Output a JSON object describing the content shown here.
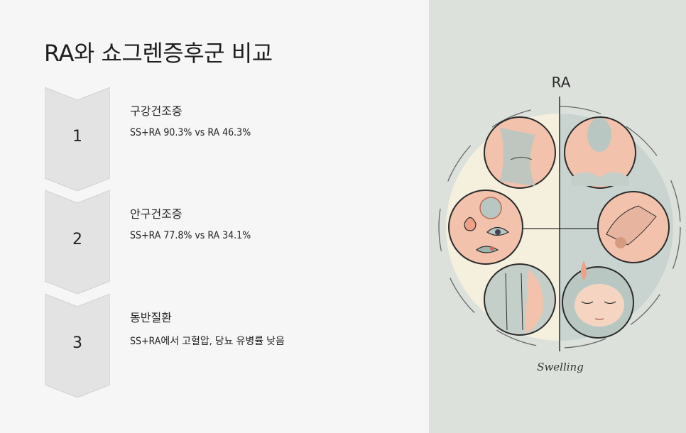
{
  "slide": {
    "title": "RA와 쇼그렌증후군 비교",
    "steps": [
      {
        "number": "1",
        "title": "구강건조증",
        "desc": "SS+RA 90.3% vs RA 46.3%"
      },
      {
        "number": "2",
        "title": "안구건조증",
        "desc": "SS+RA 77.8% vs RA 34.1%"
      },
      {
        "number": "3",
        "title": "동반질환",
        "desc": "SS+RA에서 고혈압, 당뇨 유병률 낮음"
      }
    ]
  },
  "illustration": {
    "top_label": "RA",
    "bottom_label": "Swelling",
    "panels": [
      "knee-joint",
      "neck-shoulder",
      "dry-eye",
      "hand-joint",
      "skin-inflammation",
      "sleeping-face-fatigue"
    ]
  },
  "colors": {
    "background_left": "#f6f6f6",
    "background_right": "#dde1dc",
    "chevron_fill": "#e3e3e3",
    "chevron_stroke": "#cfcfcf",
    "cream": "#f6f1e2",
    "peach": "#f2c2ad",
    "sage": "#b9c7c2",
    "ink": "#2b2b2b"
  }
}
